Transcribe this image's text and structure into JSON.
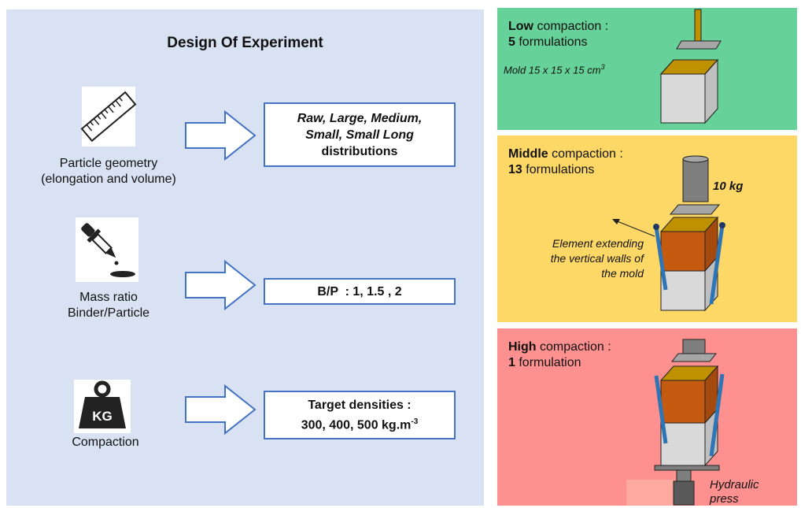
{
  "doe": {
    "title": "Design Of Experiment",
    "factors": [
      {
        "label_line1": "Particle geometry",
        "label_line2": "(elongation and volume)",
        "icon": "ruler-icon",
        "levels_line1": "Raw, Large, Medium,",
        "levels_line2": "Small, Small Long",
        "levels_line3": "distributions"
      },
      {
        "label_line1": "Mass ratio",
        "label_line2": "Binder/Particle",
        "icon": "dropper-icon",
        "levels": "B/P  : 1, 1.5 , 2"
      },
      {
        "label_line1": "Compaction",
        "icon": "kg-weight-icon",
        "icon_text": "KG",
        "levels_line1": "Target densities :",
        "levels_line2": "300, 400, 500 kg.m",
        "levels_sup": "-3"
      }
    ]
  },
  "panels": {
    "low": {
      "level": "Low",
      "level_suffix": " compaction :",
      "count": "5",
      "count_suffix": " formulations",
      "mold": "Mold 15 x 15 x 15 cm",
      "mold_sup": "3",
      "color": "#66d198"
    },
    "middle": {
      "level": "Middle",
      "level_suffix": " compaction :",
      "count": "13",
      "count_suffix": " formulations",
      "weight": "10 kg",
      "annotation_line1": "Element extending",
      "annotation_line2": "the vertical walls of",
      "annotation_line3": "the mold",
      "color": "#fdd866"
    },
    "high": {
      "level": "High",
      "level_suffix": " compaction :",
      "count": "1",
      "count_suffix": " formulation",
      "press_line1": "Hydraulic",
      "press_line2": "press",
      "color": "#fe9090"
    }
  },
  "colors": {
    "left_bg": "#d9e2f3",
    "border_blue": "#4472c4",
    "orange": "#c55a11",
    "gold": "#bf9000",
    "grey": "#d9d9d9",
    "strap": "#2e75b6"
  }
}
